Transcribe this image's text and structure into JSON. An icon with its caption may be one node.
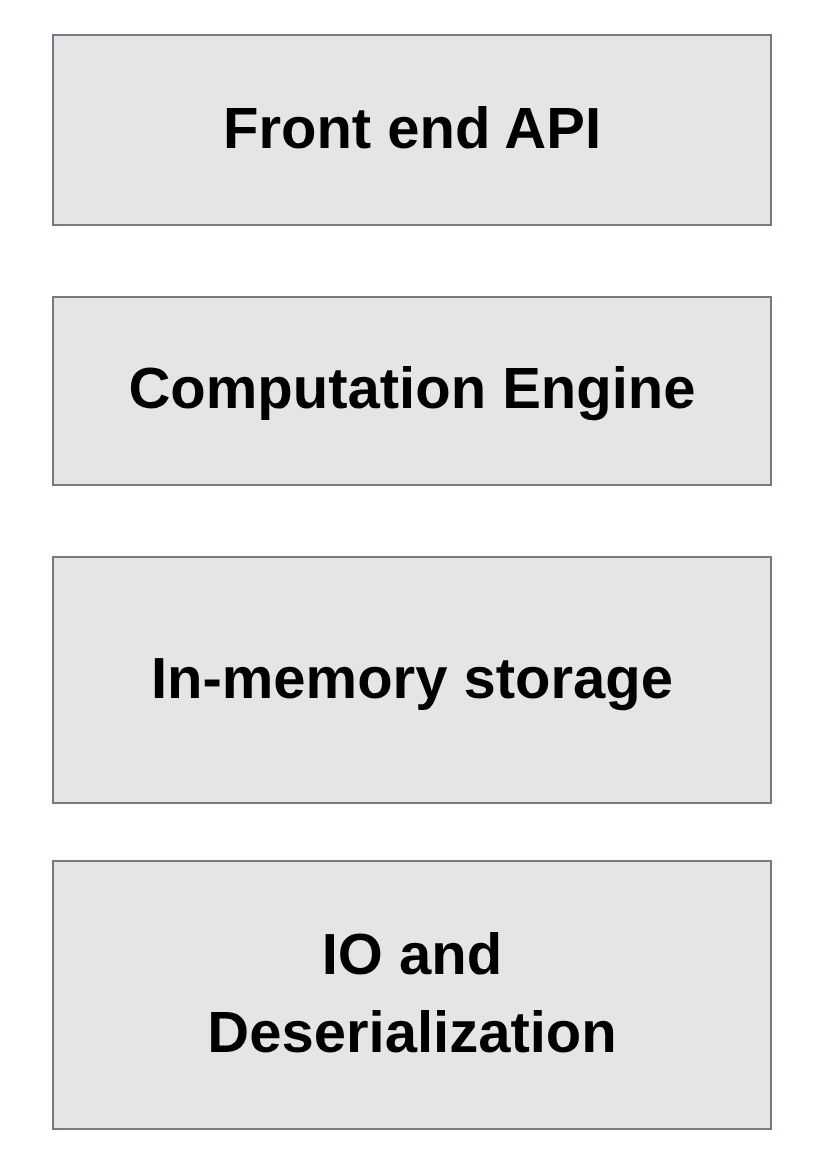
{
  "diagram": {
    "nodes": [
      {
        "text": [
          "Front end API"
        ]
      },
      {
        "text": [
          "Computation Engine"
        ]
      },
      {
        "text": [
          "In-memory storage"
        ]
      },
      {
        "text": [
          "IO and Deserialization"
        ]
      }
    ]
  }
}
